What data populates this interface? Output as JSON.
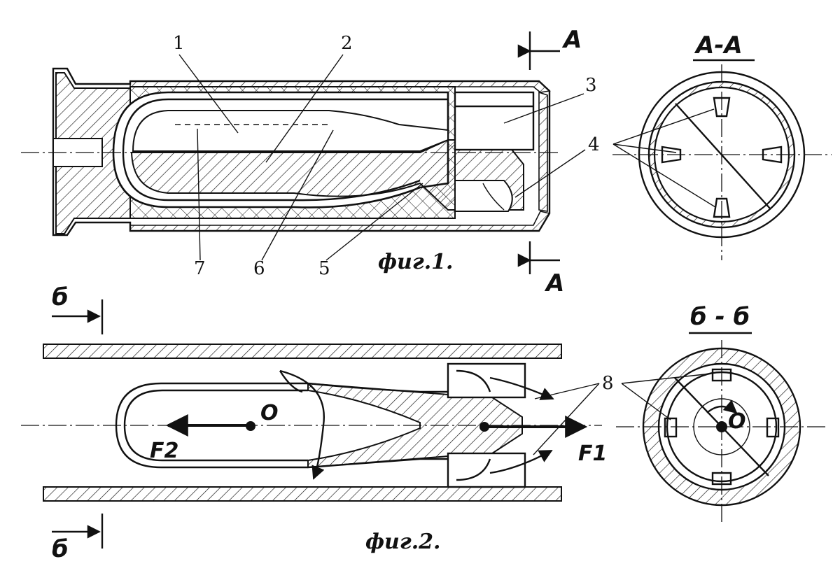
{
  "figure1": {
    "caption": "фиг.1.",
    "section_label": "А-А",
    "cut_mark_top": "А",
    "cut_mark_bottom": "А",
    "callouts": {
      "c1": "1",
      "c2": "2",
      "c3": "3",
      "c4": "4",
      "c5": "5",
      "c6": "6",
      "c7": "7"
    }
  },
  "figure2": {
    "caption": "фиг.2.",
    "section_label": "б - б",
    "cut_mark_top": "б",
    "cut_mark_bottom": "б",
    "callout_8": "8",
    "center_label": "O",
    "section_center_label": "O",
    "force_left": "F2",
    "force_right": "F1"
  },
  "colors": {
    "ink": "#111111",
    "paper": "#ffffff"
  }
}
